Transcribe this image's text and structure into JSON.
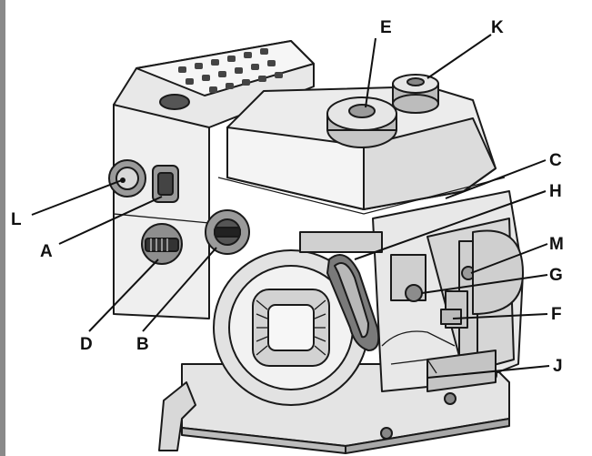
{
  "callouts": [
    {
      "id": "E",
      "text": "E"
    },
    {
      "id": "K",
      "text": "K"
    },
    {
      "id": "C",
      "text": "C"
    },
    {
      "id": "H",
      "text": "H"
    },
    {
      "id": "M",
      "text": "M"
    },
    {
      "id": "G",
      "text": "G"
    },
    {
      "id": "F",
      "text": "F"
    },
    {
      "id": "J",
      "text": "J"
    },
    {
      "id": "L",
      "text": "L"
    },
    {
      "id": "A",
      "text": "A"
    },
    {
      "id": "D",
      "text": "D"
    },
    {
      "id": "B",
      "text": "B"
    }
  ],
  "colors": {
    "line": "#1a1a1a",
    "shade_light": "#eeeeee",
    "shade_mid": "#d4d4d4",
    "shade_dark": "#9a9a9a",
    "frame": "#8a8a8a"
  }
}
